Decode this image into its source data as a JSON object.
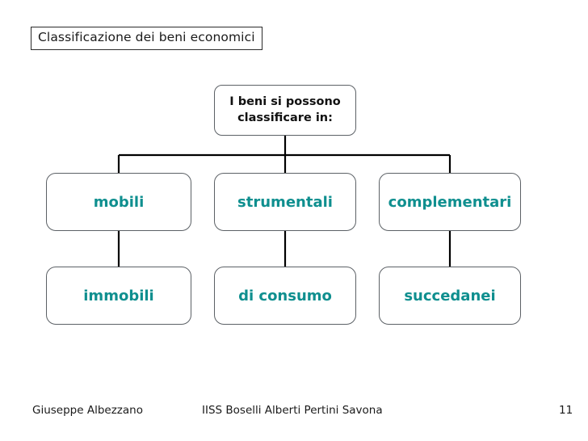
{
  "slide": {
    "title": "Classificazione dei beni economici",
    "root_node": "I beni  si possono classificare in:",
    "root_line1": "I beni  si possono",
    "root_line2": "classificare in:",
    "nodes_row1": [
      {
        "label": "mobili"
      },
      {
        "label": "strumentali"
      },
      {
        "label": "complementari"
      }
    ],
    "nodes_row2": [
      {
        "label": "immobili"
      },
      {
        "label": "di consumo"
      },
      {
        "label": "succedanei"
      }
    ],
    "colors": {
      "node_text": "#0f8f8f",
      "node_border": "#5c6166",
      "connector": "#000000",
      "title_text": "#1a1a1a"
    }
  },
  "footer": {
    "author": "Giuseppe Albezzano",
    "school": "IISS Boselli Alberti Pertini Savona",
    "page_number": "11"
  }
}
